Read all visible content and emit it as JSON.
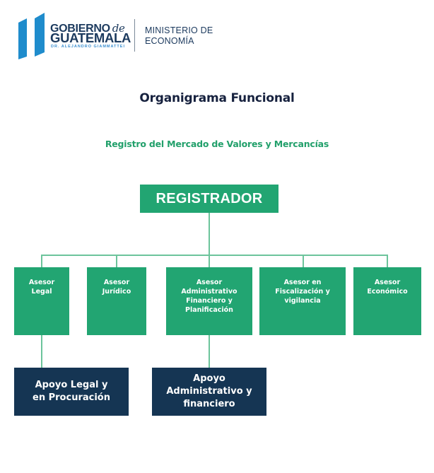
{
  "header": {
    "logo_name": "gobierno-guatemala-logo",
    "gobierno_word": "GOBIERNO",
    "de_word": "de",
    "guatemala_word": "GUATEMALA",
    "president_line": "DR. ALEJANDRO GIAMMATTEI",
    "ministry_line1": "MINISTERIO DE",
    "ministry_line2": "ECONOMÍA"
  },
  "title": "Organigrama Funcional",
  "subtitle": "Registro del Mercado de Valores y Mercancías",
  "colors": {
    "logo_blue": "#1f8ccc",
    "navy_text": "#1c3a5e",
    "title_dark": "#16213e",
    "green_accent": "#22a06b",
    "box_green": "#22a572",
    "box_navy": "#153553",
    "connector": "#6cc49b"
  },
  "org": {
    "root": {
      "label": "REGISTRADOR"
    },
    "advisors": [
      {
        "label": "Asesor Legal"
      },
      {
        "label": "Asesor Jurídico"
      },
      {
        "label": "Asesor Administrativo Financiero y Planificación"
      },
      {
        "label": "Asesor en Fiscalización y vigilancia"
      },
      {
        "label": "Asesor Económico"
      }
    ],
    "support": [
      {
        "label": "Apoyo Legal y en Procuración",
        "parent": "Asesor Legal"
      },
      {
        "label": "Apoyo Administrativo y financiero",
        "parent": "Asesor Administrativo Financiero y Planificación"
      }
    ]
  }
}
